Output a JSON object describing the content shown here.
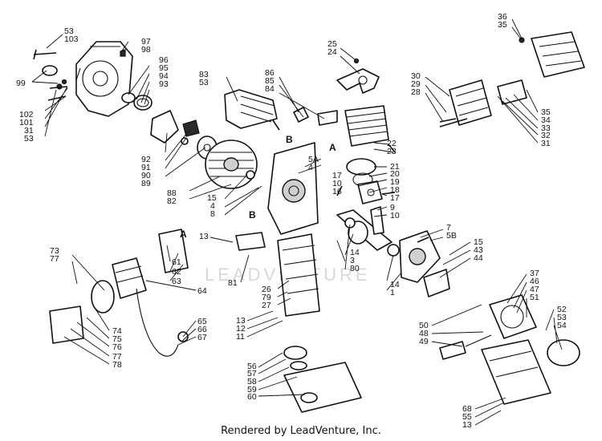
{
  "footer": "Rendered by LeadVenture, Inc.",
  "watermark": "LEADVENTURE",
  "view_letters": [
    "A",
    "B",
    "B",
    "A"
  ],
  "part_numbers": [
    "53",
    "103",
    "99",
    "97",
    "98",
    "96",
    "95",
    "94",
    "93",
    "102",
    "101",
    "31",
    "53",
    "83",
    "53",
    "92",
    "91",
    "90",
    "89",
    "88",
    "82",
    "15",
    "4",
    "8",
    "86",
    "85",
    "84",
    "25",
    "24",
    "B",
    "22",
    "23",
    "36",
    "35",
    "30",
    "29",
    "28",
    "35",
    "34",
    "33",
    "32",
    "31",
    "5A",
    "4",
    "21",
    "20",
    "17",
    "10",
    "16",
    "19",
    "18",
    "17",
    "9",
    "10",
    "73",
    "77",
    "13",
    "81",
    "26",
    "79",
    "27",
    "14",
    "3",
    "80",
    "7",
    "5B",
    "15",
    "43",
    "44",
    "14",
    "1",
    "61",
    "62",
    "63",
    "64",
    "65",
    "66",
    "67",
    "74",
    "75",
    "76",
    "77",
    "78",
    "13",
    "12",
    "11",
    "37",
    "46",
    "47",
    "51",
    "50",
    "48",
    "49",
    "52",
    "53",
    "54",
    "56",
    "57",
    "58",
    "59",
    "60",
    "68",
    "55",
    "13"
  ]
}
